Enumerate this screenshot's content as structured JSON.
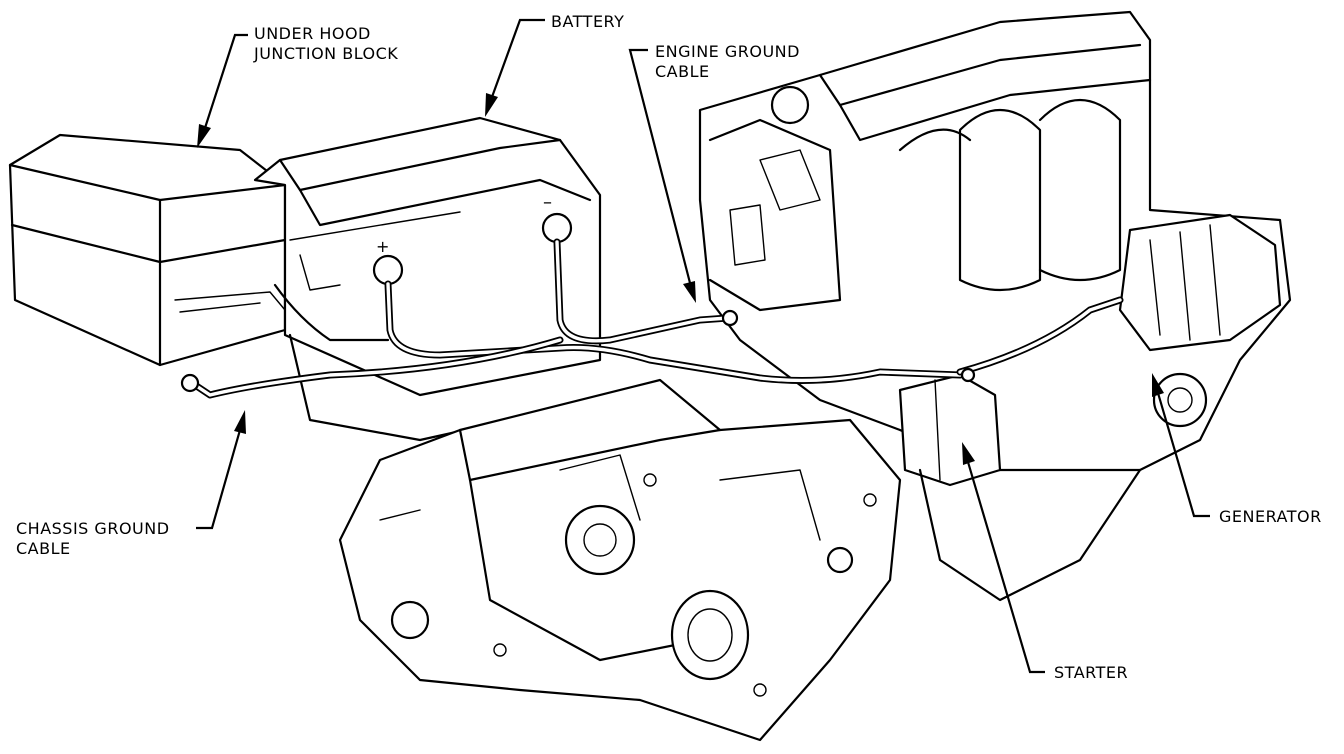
{
  "callouts": {
    "under_hood_junction_block": [
      "UNDER HOOD",
      "JUNCTION BLOCK"
    ],
    "battery": [
      "BATTERY"
    ],
    "engine_ground_cable": [
      "ENGINE GROUND",
      "CABLE"
    ],
    "chassis_ground_cable": [
      "CHASSIS GROUND",
      "CABLE"
    ],
    "generator": [
      "GENERATOR"
    ],
    "starter": [
      "STARTER"
    ]
  },
  "terminals": {
    "positive": "+",
    "negative": "–"
  }
}
